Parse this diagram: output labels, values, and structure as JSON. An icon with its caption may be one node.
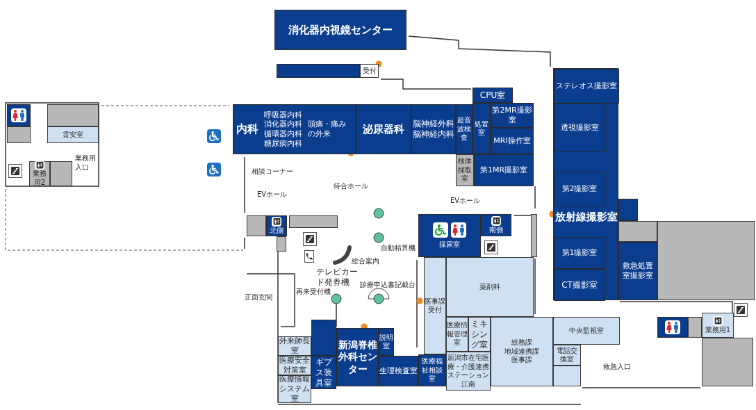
{
  "diagram": {
    "nodes": [
      {
        "text": [
          "消化器内視鏡センター"
        ]
      },
      {
        "text": [
          "受付"
        ]
      },
      {
        "text": [
          "放射線撮影室"
        ]
      },
      {
        "text": [
          "ステレオス撮影室"
        ],
        "in": 2
      },
      {
        "text": [
          "透視撮影室"
        ],
        "in": 2
      },
      {
        "text": [
          "第2撮影室"
        ],
        "in": 2
      },
      {
        "text": [
          "第1撮影室"
        ],
        "in": 2
      },
      {
        "text": [
          "CT撮影室"
        ],
        "in": 2
      },
      {
        "text": [
          "CPU室"
        ]
      },
      {
        "text": [
          "内科",
          "呼吸器内科",
          "消化器内科",
          "循環器内科",
          "糖尿病内科",
          "頭痛・痛みの外来"
        ]
      },
      {
        "text": [
          "泌尿器科"
        ]
      },
      {
        "text": [
          "脳神経外科",
          "脳神経内科"
        ]
      },
      {
        "text": [
          "超音波検査"
        ]
      },
      {
        "text": [
          "処置室"
        ]
      },
      {
        "text": [
          "第2MR撮影室"
        ]
      },
      {
        "text": [
          "MRI操作室"
        ]
      },
      {
        "text": [
          "霊安室"
        ]
      },
      {
        "text": [
          "検体採取室"
        ]
      },
      {
        "text": [
          "第1MR撮影室"
        ]
      },
      {
        "text": [
          "業務用2"
        ]
      },
      {
        "text": [
          "北側"
        ]
      },
      {
        "text": [
          "採尿室"
        ]
      },
      {
        "text": [
          "南側"
        ]
      },
      {
        "text": [
          "救急処置室撮影室"
        ]
      },
      {
        "text": [
          "薬剤科"
        ]
      },
      {
        "text": [
          "医事課受付"
        ]
      },
      {
        "text": [
          "医療情報管理室"
        ]
      },
      {
        "text": [
          "ミキシング室"
        ]
      },
      {
        "text": [
          "総務課",
          "地域連携課",
          "医事課"
        ]
      },
      {
        "text": [
          "中央監視室"
        ]
      },
      {
        "text": [
          "説明室"
        ]
      },
      {
        "text": [
          "外来師長室"
        ]
      },
      {
        "text": [
          "電話交換室"
        ]
      },
      {
        "text": [
          "業務用1"
        ]
      },
      {
        "text": [
          "新潟脊椎外科センター"
        ]
      },
      {
        "text": [
          "医療安全対策室"
        ]
      },
      {
        "text": [
          "医療情報システム室"
        ]
      },
      {
        "text": [
          "ギプス装具室"
        ]
      },
      {
        "text": [
          "生理検査室"
        ]
      },
      {
        "text": [
          "医療福祉相談室"
        ]
      },
      {
        "text": [
          "新潟市在宅医療・介護連携ステーション江南"
        ]
      },
      {
        "text": [],
        "shape": "box"
      },
      {
        "text": [],
        "shape": "box"
      },
      {
        "text": [],
        "shape": "box"
      },
      {
        "text": [],
        "shape": "box"
      },
      {
        "text": [],
        "shape": "box"
      },
      {
        "text": [],
        "shape": "box"
      },
      {
        "text": [],
        "shape": "box"
      },
      {
        "text": [],
        "shape": "box"
      },
      {
        "text": [],
        "shape": "box"
      },
      {
        "text": [],
        "shape": "box"
      },
      {
        "text": [],
        "shape": "box"
      },
      {
        "text": [],
        "shape": "box"
      },
      {
        "text": [],
        "shape": "box"
      },
      {
        "text": [],
        "shape": "box"
      },
      {
        "text": [],
        "shape": "box"
      },
      {
        "text": [],
        "shape": "box"
      },
      {
        "text": [],
        "shape": "box"
      }
    ],
    "labels": [
      "業務用入口",
      "相談コーナー",
      "待合ホール",
      "EVホール",
      "EVホール",
      "自動精算機",
      "総合案内",
      "テレビカード発券機",
      "再来受付機",
      "診療申込書記載台",
      "正面玄関",
      "救急入口"
    ]
  }
}
